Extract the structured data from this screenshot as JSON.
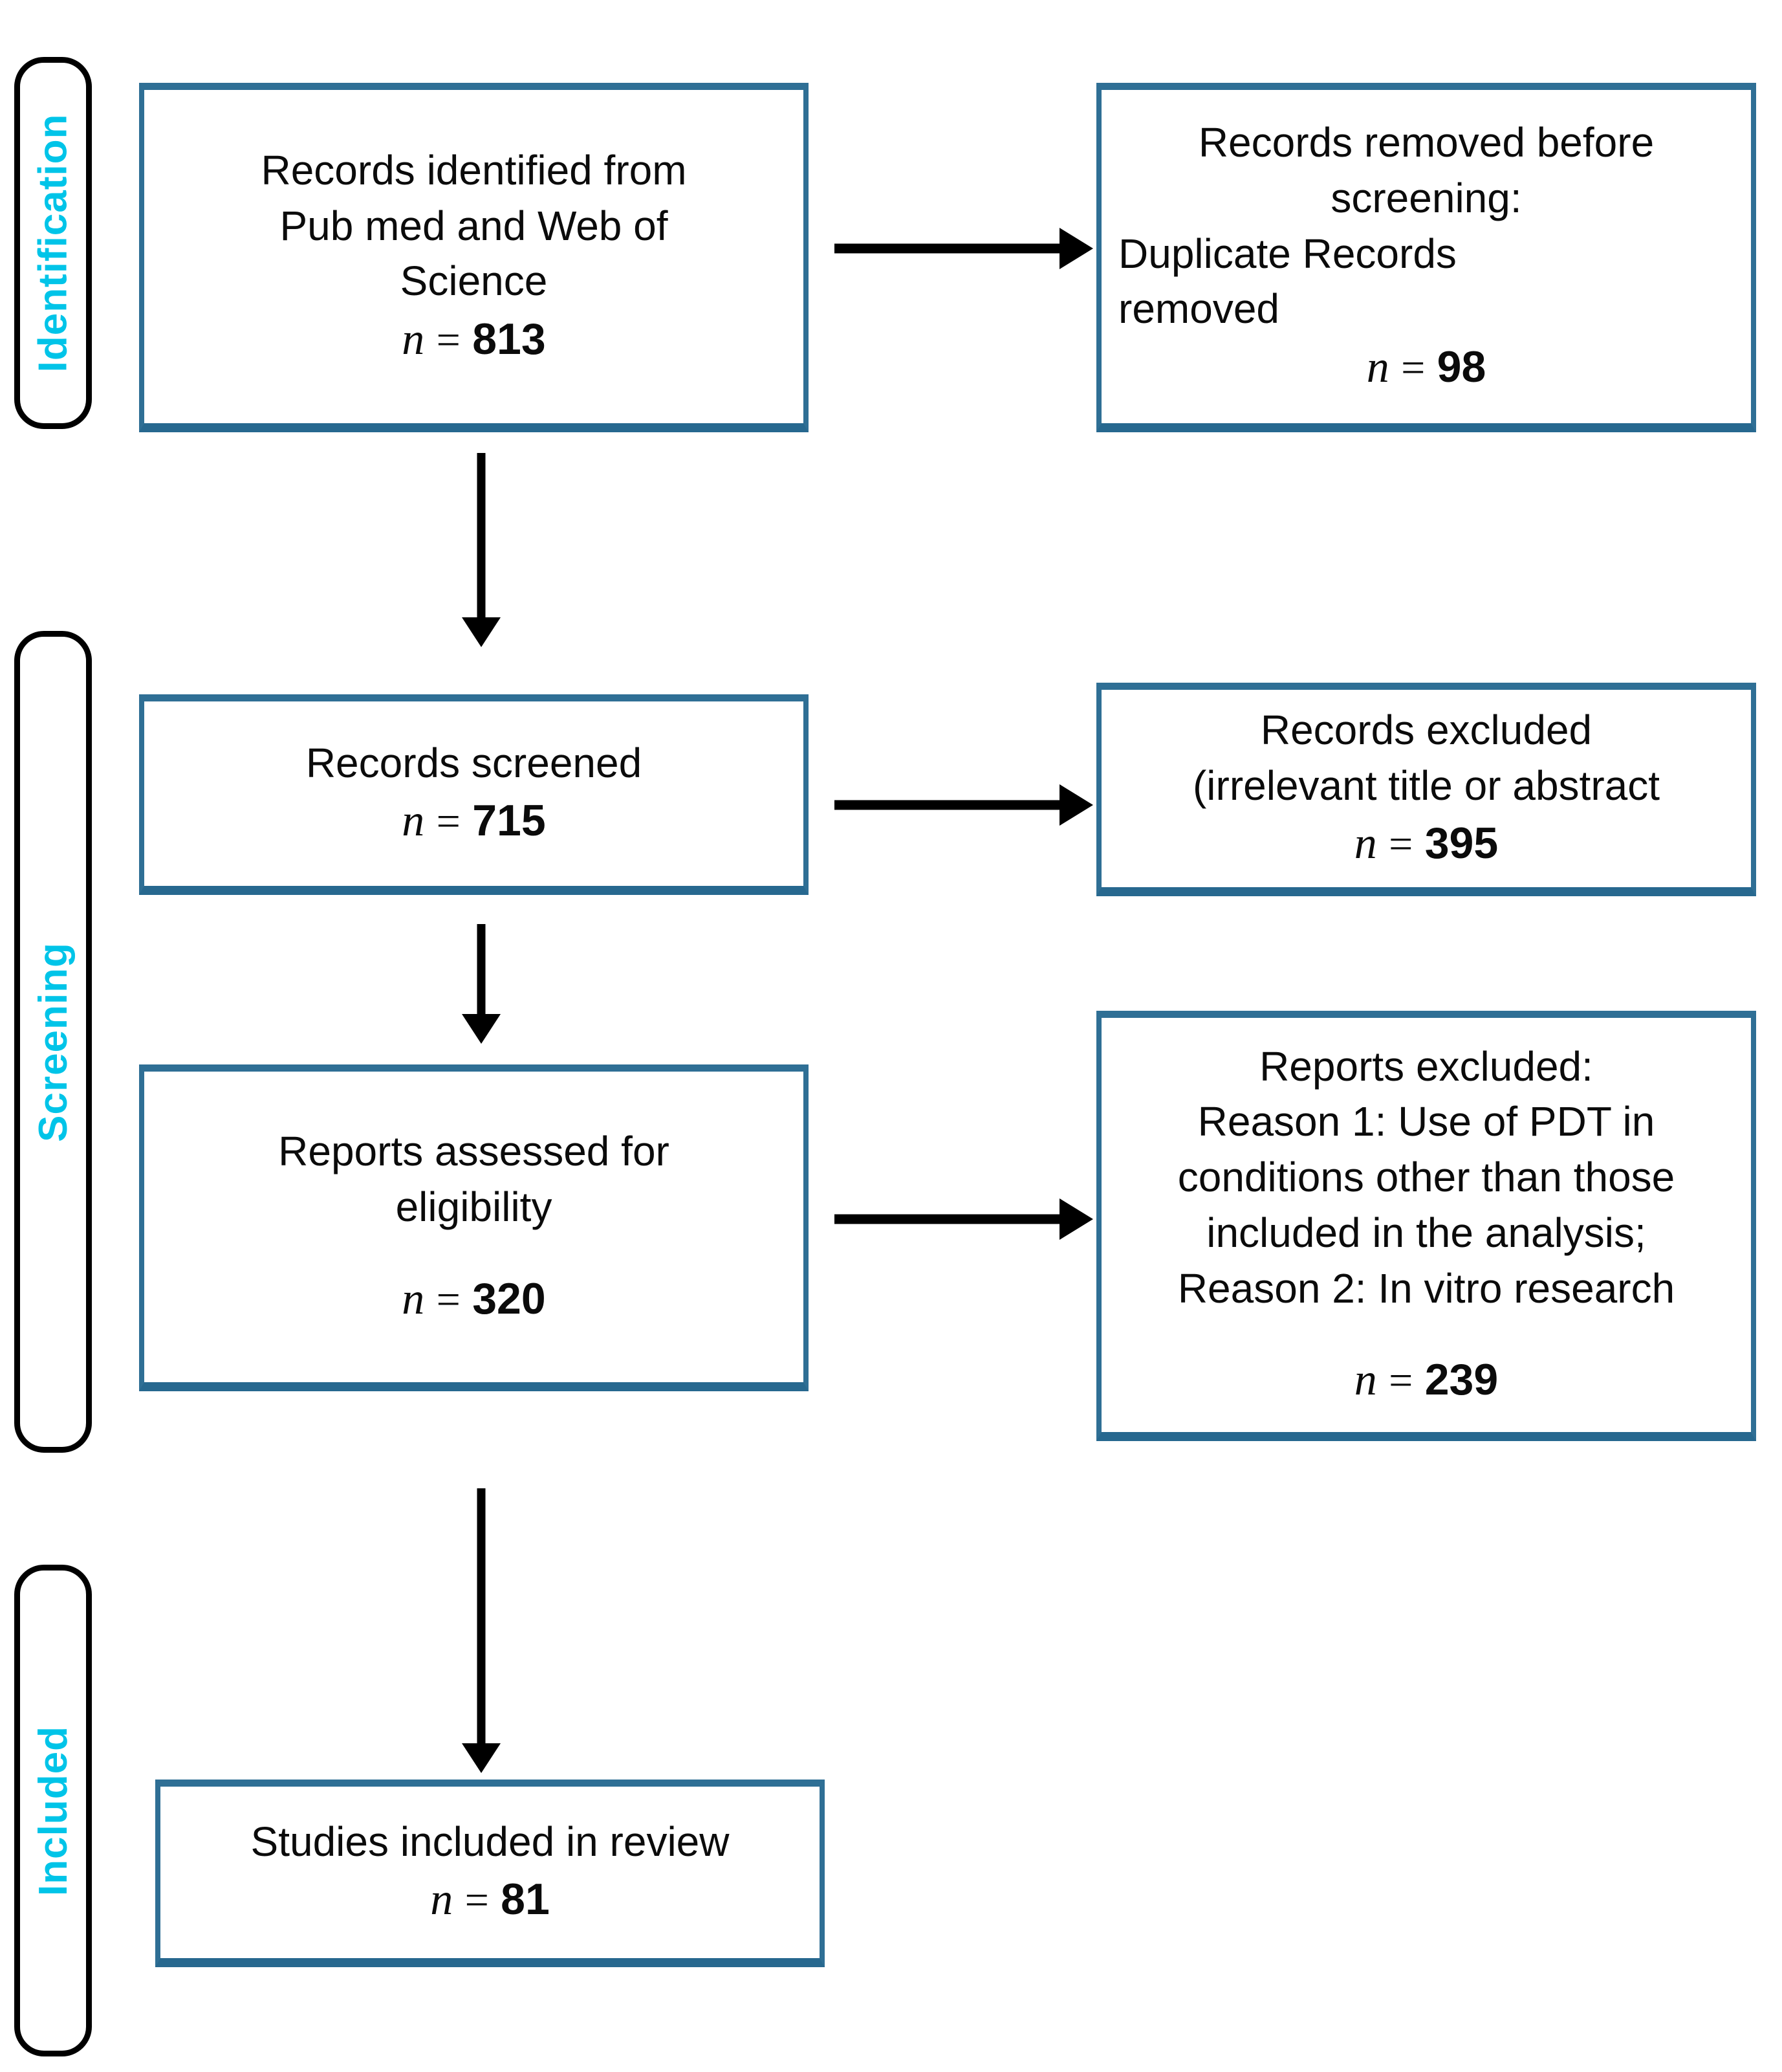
{
  "diagram": {
    "type": "prisma-flow-diagram",
    "colors": {
      "box_border": "#2f6f95",
      "stage_label_text": "#00c4e8",
      "stage_bar_border": "#000000",
      "arrow": "#000000",
      "body_text": "#0b0b0b",
      "background": "#ffffff"
    }
  },
  "stages": [
    {
      "id": "identification",
      "label": "Identification"
    },
    {
      "id": "screening",
      "label": "Screening"
    },
    {
      "id": "included",
      "label": "Included"
    }
  ],
  "boxes": {
    "records_identified": {
      "lines": [
        "Records identified from",
        "Pub med and Web of",
        "Science"
      ],
      "n_var": "n",
      "n_eq": "=",
      "n_value": "813"
    },
    "records_removed": {
      "lines_centered": [
        "Records removed before",
        "screening:"
      ],
      "lines_left": [
        "Duplicate Records",
        "removed"
      ],
      "n_var": "n",
      "n_eq": "=",
      "n_value": "98"
    },
    "records_screened": {
      "lines": [
        "Records screened"
      ],
      "n_var": "n",
      "n_eq": "=",
      "n_value": "715"
    },
    "records_excluded": {
      "lines": [
        "Records excluded",
        "(irrelevant title or abstract"
      ],
      "n_var": "n",
      "n_eq": "=",
      "n_value": "395"
    },
    "reports_assessed": {
      "lines": [
        "Reports assessed for",
        "eligibility"
      ],
      "n_var": "n",
      "n_eq": "=",
      "n_value": "320"
    },
    "reports_excluded": {
      "lines": [
        "Reports excluded:",
        "Reason 1: Use of PDT in",
        "conditions other than those",
        "included in the analysis;",
        "Reason 2: In vitro research"
      ],
      "n_var": "n",
      "n_eq": "=",
      "n_value": "239"
    },
    "studies_included": {
      "lines": [
        "Studies included in review"
      ],
      "n_var": "n",
      "n_eq": "=",
      "n_value": "81"
    }
  },
  "arrows": [
    {
      "id": "identified-to-removed",
      "direction": "right"
    },
    {
      "id": "identified-to-screened",
      "direction": "down"
    },
    {
      "id": "screened-to-excluded",
      "direction": "right"
    },
    {
      "id": "screened-to-assessed",
      "direction": "down"
    },
    {
      "id": "assessed-to-reports-excluded",
      "direction": "right"
    },
    {
      "id": "assessed-to-included",
      "direction": "down"
    }
  ]
}
